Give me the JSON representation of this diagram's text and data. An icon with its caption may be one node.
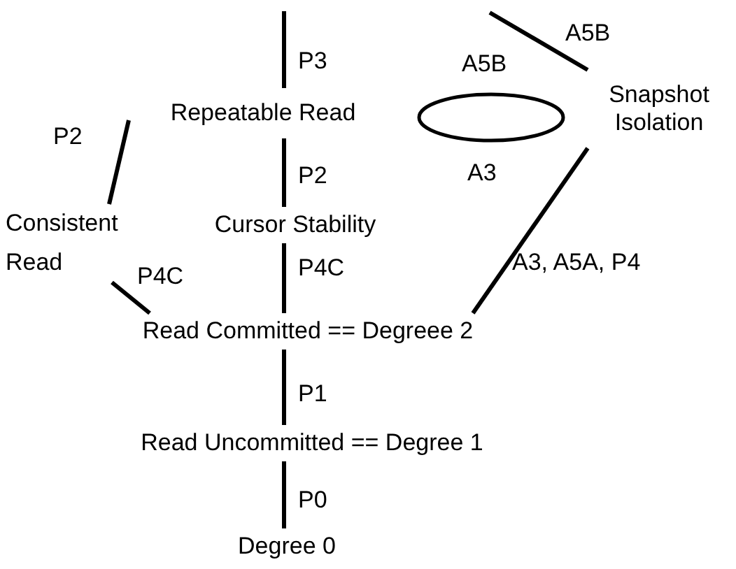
{
  "diagram": {
    "nodes": [
      {
        "text": [
          "Repeatable Read"
        ]
      },
      {
        "text": [],
        "shape": "ellipse",
        "beside": [
          "A5B",
          "A3"
        ]
      },
      {
        "text": [
          "Snapshot Isolation"
        ]
      },
      {
        "text": [
          "Consistent Read"
        ]
      },
      {
        "text": [
          "Cursor Stability"
        ]
      },
      {
        "text": [
          "Read Committed == Degreee 2"
        ]
      },
      {
        "text": [
          "Read Uncommitted == Degree 1"
        ]
      },
      {
        "text": [
          "Degree 0"
        ]
      }
    ],
    "edges": [
      {
        "from": 0,
        "to": null,
        "arrow": "none",
        "label": "P3"
      },
      {
        "from": 2,
        "to": null,
        "arrow": "none",
        "label": "A5B"
      },
      {
        "from": 3,
        "to": 0,
        "arrow": "none",
        "label": "P2"
      },
      {
        "from": 4,
        "to": 0,
        "arrow": "none",
        "label": "P2"
      },
      {
        "from": 5,
        "to": 3,
        "arrow": "none",
        "label": "P4C"
      },
      {
        "from": 5,
        "to": 4,
        "arrow": "none",
        "label": "P4C"
      },
      {
        "from": 5,
        "to": 2,
        "arrow": "none",
        "label": "A3, A5A, P4"
      },
      {
        "from": 6,
        "to": 5,
        "arrow": "none",
        "label": "P1"
      },
      {
        "from": 7,
        "to": 6,
        "arrow": "none",
        "label": "P0"
      }
    ]
  }
}
